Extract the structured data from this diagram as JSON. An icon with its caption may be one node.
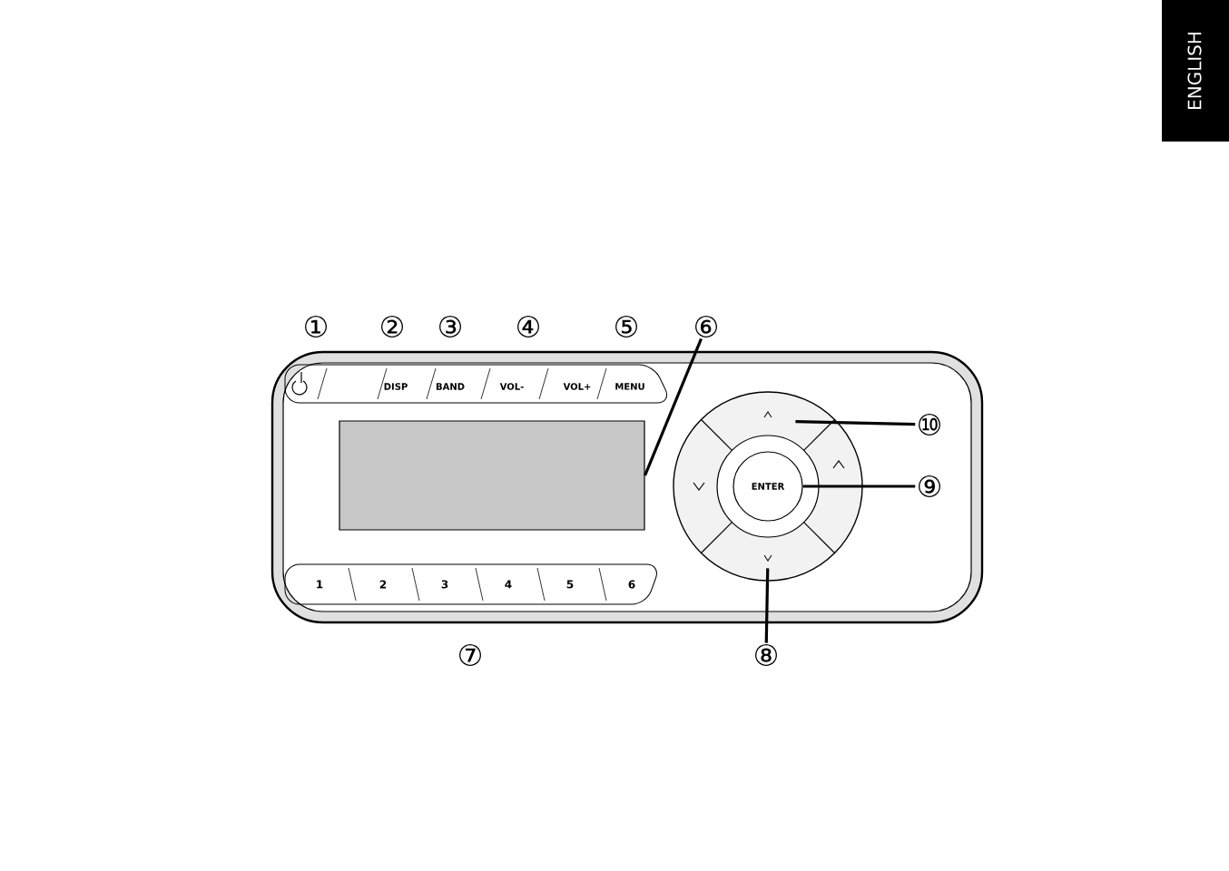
{
  "diagram": {
    "nodes": [
      {
        "text": [
          "⑥"
        ]
      },
      {
        "text": [],
        "shape": "box"
      },
      {
        "text": [
          "⑩"
        ]
      },
      {
        "text": [],
        "shape": "arc"
      },
      {
        "text": [
          "⑨"
        ]
      },
      {
        "text": [
          "ENTER"
        ]
      },
      {
        "text": [
          "⑧"
        ]
      },
      {
        "text": [],
        "shape": "arc"
      }
    ],
    "edges": [
      {
        "from": 0,
        "to": 1,
        "arrow": "none"
      },
      {
        "from": 2,
        "to": 3,
        "arrow": "none"
      },
      {
        "from": 4,
        "to": 5,
        "arrow": "none"
      },
      {
        "from": 6,
        "to": 7,
        "arrow": "none"
      }
    ],
    "labels": [
      "ENGLISH",
      "①",
      "②",
      "③",
      "④",
      "⑤",
      "DISP",
      "BAND",
      "VOL-",
      "VOL+",
      "MENU",
      "1",
      "2",
      "3",
      "4",
      "5",
      "6",
      "⑦"
    ]
  }
}
